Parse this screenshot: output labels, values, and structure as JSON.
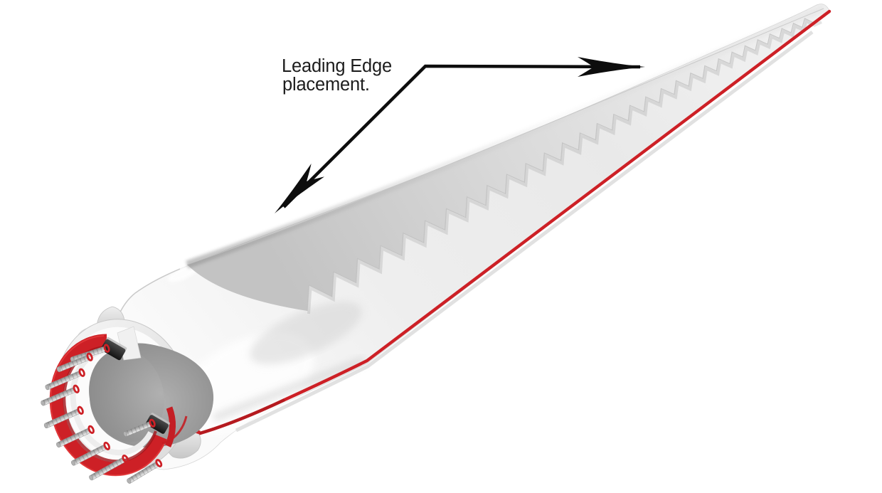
{
  "figure": {
    "type": "technical-illustration",
    "subject": "wind turbine blade with serrated leading edge strip and cutaway root flange",
    "background": "#ffffff",
    "annotation": {
      "line1": "Leading Edge",
      "line2": "placement.",
      "text_color": "#1c1c1c",
      "arrow_color": "#0d0d0d"
    },
    "colors": {
      "leading_edge_red": "#cd2026",
      "red_dark": "#a3151a",
      "red_bright": "#e84040",
      "blade_light": "#f4f4f4",
      "blade_shadow": "#c9c9c9",
      "serration_band_dark": "#c3c3c3",
      "root_cavity_gray": "#8b8b8b",
      "insert_black": "#1a1a1a",
      "stud_metal_gray": "#c4c4c4"
    },
    "parts": [
      "blade-body",
      "serrated-edge-strip",
      "leading-edge-tape",
      "root-cut-section",
      "bolt-circle-ring",
      "flange-studs"
    ]
  }
}
